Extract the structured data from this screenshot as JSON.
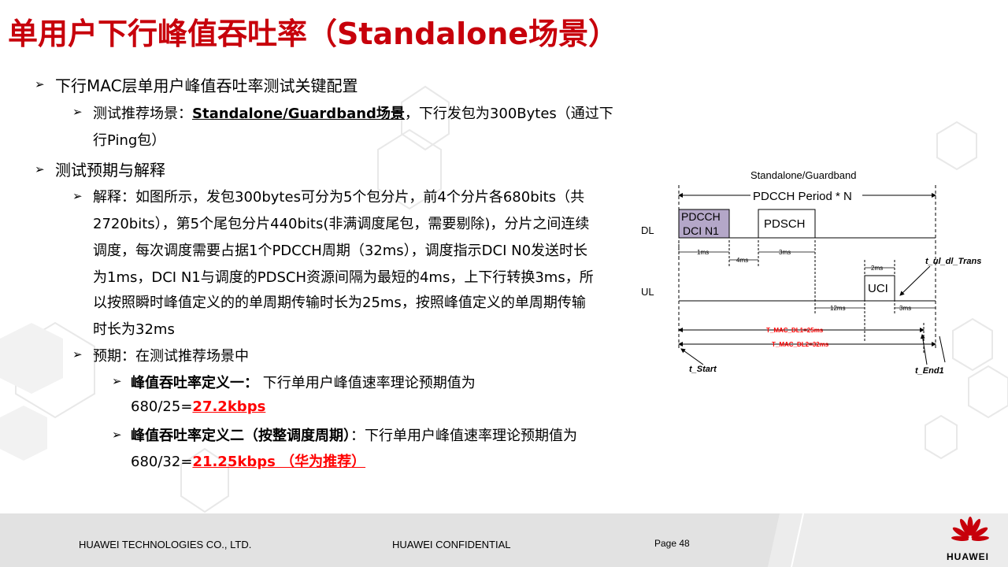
{
  "title": "单用户下行峰值吞吐率（Standalone场景）",
  "bullets": {
    "b1": "下行MAC层单用户峰值吞吐率测试关键配置",
    "b1_1_pre": "测试推荐场景：",
    "b1_1_bold": "Standalone/Guardband场景",
    "b1_1_post": "，下行发包为300Bytes（通过下",
    "b1_1_line2": "行Ping包）",
    "b2": "测试预期与解释",
    "b2_1_line1": "解释：如图所示，发包300bytes可分为5个包分片，前4个分片各680bits（共",
    "b2_1_line2": "2720bits），第5个尾包分片440bits(非满调度尾包，需要剔除)，分片之间连续",
    "b2_1_line3": "调度，每次调度需要占据1个PDCCH周期（32ms），调度指示DCI N0发送时长",
    "b2_1_line4": "为1ms，DCI N1与调度的PDSCH资源间隔为最短的4ms，上下行转换3ms，所",
    "b2_1_line5": "以按照瞬时峰值定义的的单周期传输时长为25ms，按照峰值定义的单周期传输",
    "b2_1_line6": "时长为32ms",
    "b2_2": "预期：在测试推荐场景中",
    "def1_bold": "峰值吞吐率定义一：",
    "def1_text": " 下行单用户峰值速率理论预期值为",
    "def1_line2_pre": "680/25=",
    "def1_value": "27.2kbps",
    "def2_bold": "峰值吞吐率定义二（按整调度周期）",
    "def2_text": "：下行单用户峰值速率理论预期值为",
    "def2_line2_pre": "680/32=",
    "def2_value": "21.25kbps （华为推荐）"
  },
  "diagram": {
    "header": "Standalone/Guardband",
    "period_label": "PDCCH Period * N",
    "dl_label": "DL",
    "ul_label": "UL",
    "pdcch_line1": "PDCCH",
    "pdcch_line2": "DCI N1",
    "pdsch": "PDSCH",
    "uci": "UCI",
    "dur_1ms": "1ms",
    "dur_4ms": "4ms",
    "dur_3ms_dl": "3ms",
    "dur_2ms": "2ms",
    "dur_12ms": "12ms",
    "dur_3ms_ul": "3ms",
    "t_mac_dl1": "T_MAC_DL1=25ms",
    "t_mac_dl2": "T_MAC_DL2=32ms",
    "t_start": "t_Start",
    "t_end1": "t_End1",
    "t_ul_dl_trans": "t_ul_dl_Trans",
    "colors": {
      "pdcch_fill": "#b4a7c8",
      "red": "#ff0000"
    }
  },
  "footer": {
    "company": "HUAWEI TECHNOLOGIES CO., LTD.",
    "confidential": "HUAWEI CONFIDENTIAL",
    "page": "Page 48",
    "logo_text": "HUAWEI"
  },
  "colors": {
    "title": "#c7000b",
    "accent_red": "#ff0000",
    "footer_bg": "#ececec"
  }
}
